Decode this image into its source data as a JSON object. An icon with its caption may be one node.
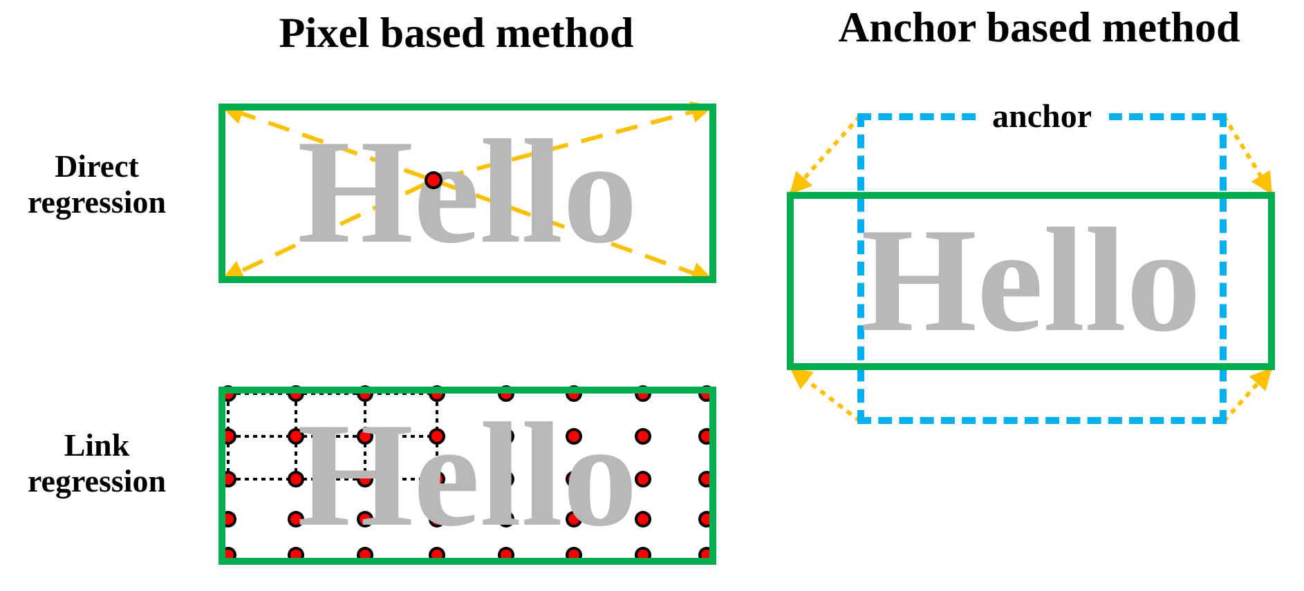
{
  "diagram": {
    "nodes": [
      {
        "text": [
          "Hello"
        ]
      },
      {
        "text": [],
        "shape": "circle",
        "in": 0
      },
      {
        "text": [
          "Hello"
        ]
      },
      {
        "text": [
          "anchor"
        ]
      },
      {
        "text": [
          "Hello"
        ]
      }
    ],
    "edges": [
      {
        "from": 1,
        "to": 0,
        "arrow": "to",
        "style": "dashed"
      },
      {
        "from": 1,
        "to": 0,
        "arrow": "to",
        "style": "dashed"
      },
      {
        "from": 1,
        "to": 0,
        "arrow": "to",
        "style": "dashed"
      },
      {
        "from": 1,
        "to": 0,
        "arrow": "to",
        "style": "dashed"
      },
      {
        "from": 3,
        "to": 4,
        "arrow": "to",
        "style": "dashed"
      },
      {
        "from": 3,
        "to": 4,
        "arrow": "to",
        "style": "dashed"
      },
      {
        "from": 3,
        "to": 4,
        "arrow": "to",
        "style": "dashed"
      },
      {
        "from": 3,
        "to": 4,
        "arrow": "to",
        "style": "dashed"
      }
    ],
    "labels": [
      "Pixel based method",
      "Anchor based method",
      "Direct regression",
      "Link regression"
    ]
  }
}
